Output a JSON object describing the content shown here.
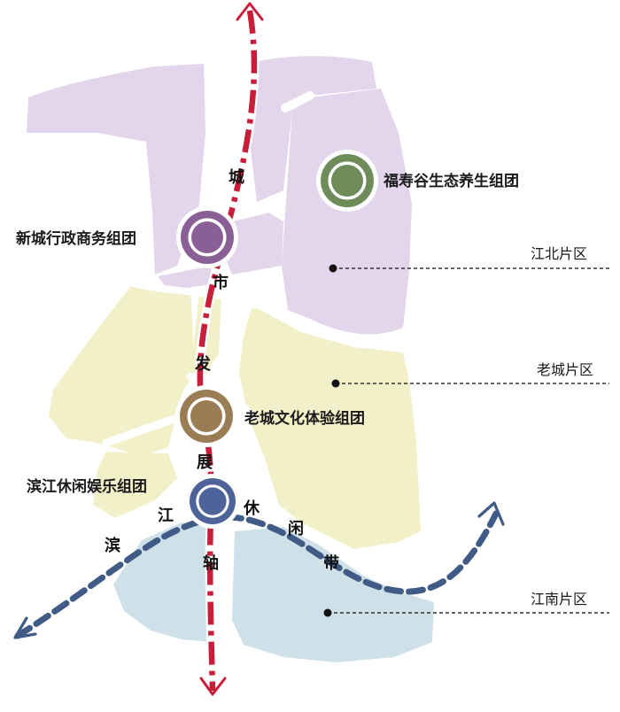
{
  "colors": {
    "jiangbei": "#e3d6ec",
    "old_city": "#f1f0c8",
    "jiangnan": "#cfe1e8",
    "axis_red": "#c81e3a",
    "belt_blue": "#3f5b86",
    "cluster_new_city": "#8a5f96",
    "cluster_fushougu": "#6e8c5a",
    "cluster_old_city": "#9a7c55",
    "cluster_binjiang": "#4d6399"
  },
  "clusters": [
    {
      "id": "new-city",
      "label": "新城行政商务组团",
      "color_key": "cluster_new_city"
    },
    {
      "id": "fushougu",
      "label": "福寿谷生态养生组团",
      "color_key": "cluster_fushougu"
    },
    {
      "id": "old-city",
      "label": "老城文化体验组团",
      "color_key": "cluster_old_city"
    },
    {
      "id": "binjiang",
      "label": "滨江休闲娱乐组团",
      "color_key": "cluster_binjiang"
    }
  ],
  "zones": [
    {
      "id": "jiangbei",
      "label": "江北片区"
    },
    {
      "id": "old-city",
      "label": "老城片区"
    },
    {
      "id": "jiangnan",
      "label": "江南片区"
    }
  ],
  "axis_label_chars": [
    "城",
    "市",
    "发",
    "展",
    "轴"
  ],
  "belt_label_chars": [
    "滨",
    "江",
    "休",
    "闲",
    "带"
  ],
  "icons": {
    "axis_arrow": "arrowhead-icon",
    "belt_arrow": "arrowhead-icon",
    "zone_marker": "dot-marker-icon",
    "cluster_marker": "ring-marker-icon"
  }
}
